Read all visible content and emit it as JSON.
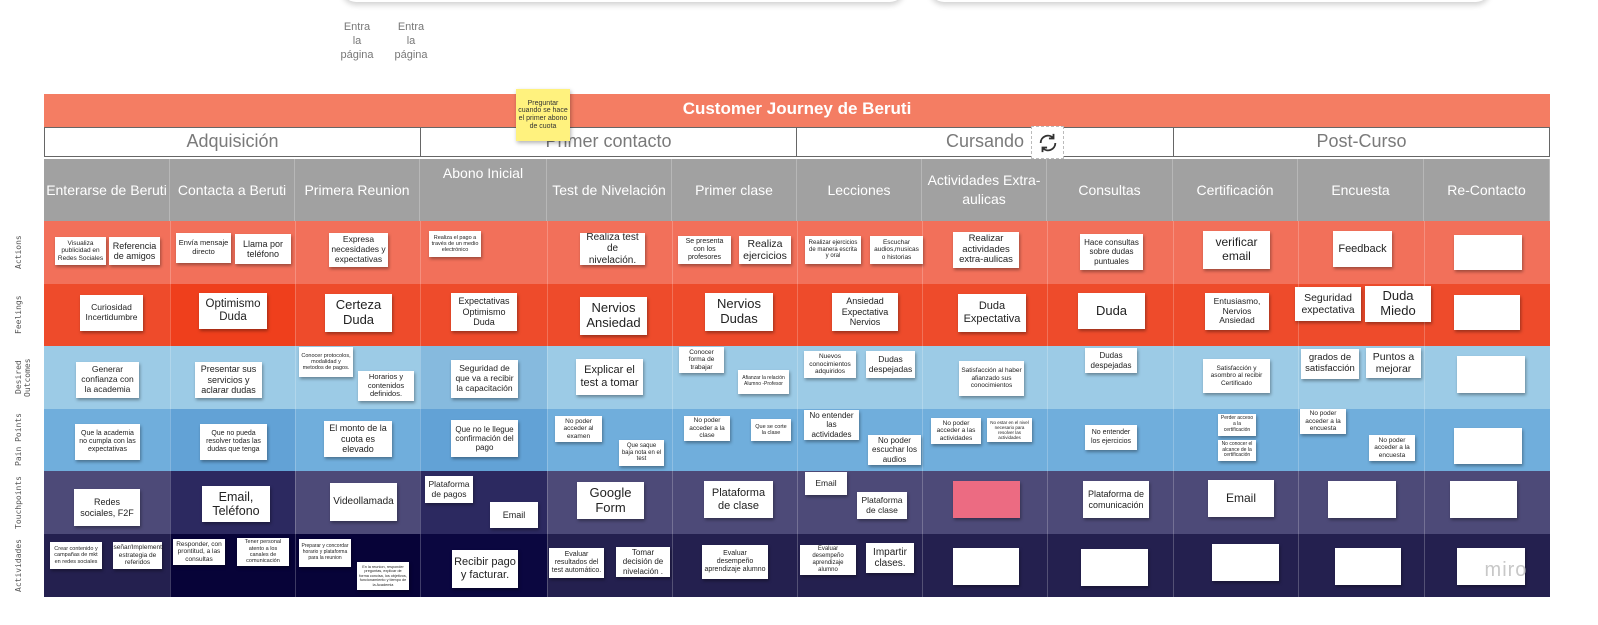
{
  "entra_labels": [
    "Entra\nla\npágina",
    "Entra\nla\npágina"
  ],
  "title": "Customer Journey de Beruti",
  "sticky_note": "Preguntar cuando se hace el primer abono de cuota",
  "phases": [
    "Adquisición",
    "Primer contacto",
    "Cursando",
    "Post-Curso"
  ],
  "columns": [
    "Enterarse de Beruti",
    "Contacta a Beruti",
    "Primera Reunion",
    "Abono Inicial",
    "Test de Nivelación",
    "Primer clase",
    "Lecciones",
    "Actividades Extra-aulicas",
    "Consultas",
    "Certificación",
    "Encuesta",
    "Re-Contacto"
  ],
  "rows": [
    {
      "label": "Actions",
      "color": "#f2705a"
    },
    {
      "label": "Feelings",
      "color": "#ee4b2b"
    },
    {
      "label": "Desired Outcomes",
      "color": "#9ccbe6"
    },
    {
      "label": "Pain Points",
      "color": "#70aedc"
    },
    {
      "label": "Touchpoints",
      "color": "#4d4a78"
    },
    {
      "label": "Actividades",
      "color": "#24204f"
    }
  ],
  "accent_colors": {
    "title": "#f47d63",
    "header": "#a1a1a1",
    "pink_note": "#ec6b82",
    "sticky": "#fff27e"
  },
  "notes": {
    "actions": [
      "Visualiza publicidad en Redes Sociales",
      "Referencia de amigos",
      "Envía mensaje directo",
      "Llama por teléfono",
      "Expresa necesidades y expectativas",
      "Realiza el pago a través de un medio electrónico",
      "Realiza test de nivelación.",
      "Se presenta con los profesores",
      "Realiza ejercicios",
      "Realizar ejercicios de manera escrita y oral",
      "Escuchar audios,musicas o historias",
      "Realizar actividades extra-aulicas",
      "Hace consultas sobre dudas puntuales",
      "verificar email",
      "Feedback",
      ""
    ],
    "feelings": [
      "Curiosidad Incertidumbre",
      "Optimismo Duda",
      "Certeza Duda",
      "Expectativas Optimismo Duda",
      "Nervios Ansiedad",
      "Nervios Dudas",
      "Ansiedad Expectativa Nervios",
      "Duda Expectativa",
      "Duda",
      "Entusiasmo, Nervios Ansiedad",
      "Seguridad expectativa",
      "Duda Miedo",
      ""
    ],
    "desired": [
      "Generar confianza con la academia",
      "Presentar sus servicios y aclarar dudas",
      "Conocer protocolos, modalidad y metodos de pagos.",
      "Horarios y contenidos definidos.",
      "Seguridad de que va a recibir la capacitación",
      "Explicar el test a tomar",
      "Conocer forma de trabajar",
      "Afianzar la relación Alumno -Profesor",
      "Nuevos conocimientos adquiridos",
      "Dudas despejadas",
      "Satisfacción al haber afianzado sus conocimientos",
      "Dudas despejadas",
      "Satisfacción y asombro al recibir Certificado",
      "grados de satisfacción",
      "Puntos a mejorar",
      ""
    ],
    "pain": [
      "Que la academia no cumpla con las expectativas",
      "Que no pueda resolver todas las dudas que tenga",
      "El monto de la cuota es elevado",
      "Que no le llegue confirmación del pago",
      "No poder acceder al examen",
      "Que saque baja nota en el test",
      "No poder acceder a la clase",
      "Que se corte la clase",
      "No entender las actividades",
      "No poder escuchar los audios",
      "No poder acceder a las actividades",
      "No estar en el nivel necesario para resolver las actividades",
      "No entender los ejercicios",
      "Perder acceso a la certificación",
      "No conocer el alcance de la certificación",
      "No poder acceder a la encuesta",
      "No poder acceder a la encuesta",
      ""
    ],
    "touch": [
      "Redes sociales, F2F",
      "Email, Teléfono",
      "Videollamada",
      "Plataforma de pagos",
      "Email",
      "Google Form",
      "Plataforma de clase",
      "Email",
      "Plataforma de clase",
      "",
      "Plataforma de comunicación",
      "Email",
      "",
      ""
    ],
    "activ": [
      "Crear contenido y campañas de mkt en redes sociales",
      "Diseñar/Implementar estrategia de referidos",
      "Responder, con prontitud, a las consultas",
      "Tener personal atento a los canales de comunicación",
      "Preparar y concordar horario y plataforma para la reunion",
      "En la reunion, responder preguntas, explicar de forma concisa, los objetivos, funcionamiento y tiempo de la Academia",
      "Recibir pago y facturar.",
      "Evaluar resultados del test automático.",
      "Tomar decisión de nivelación .",
      "Evaluar desempeño aprendizaje alumno",
      "Evaluar desempeño aprendizaje alumno",
      "Impartir clases.",
      "",
      "",
      "",
      "",
      ""
    ]
  },
  "watermark": "miro"
}
